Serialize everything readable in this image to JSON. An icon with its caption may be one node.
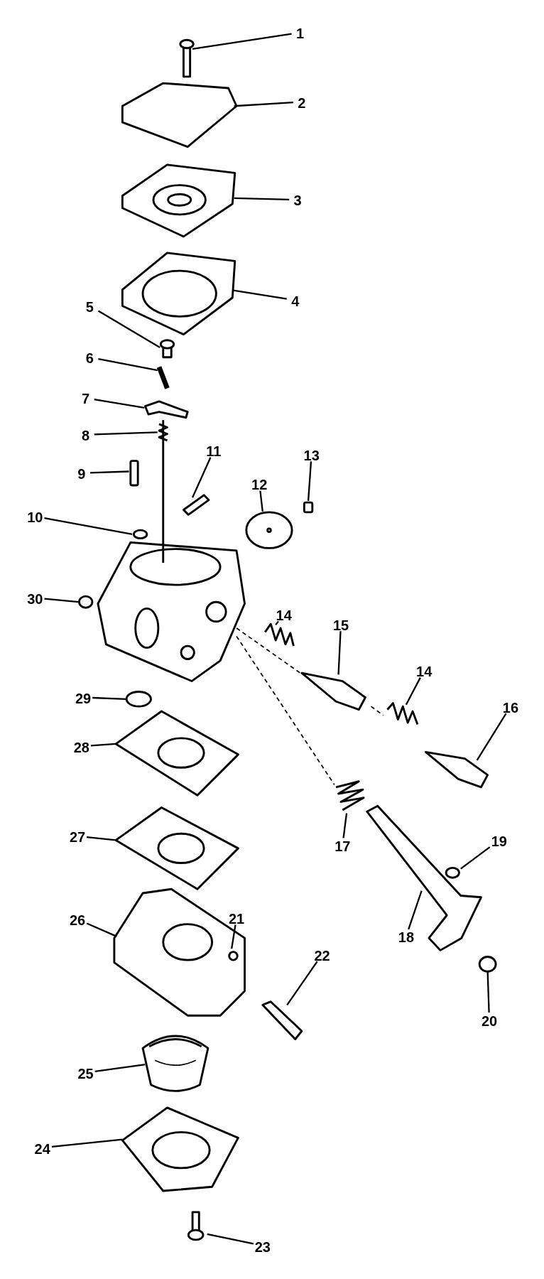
{
  "diagram": {
    "nodes": [
      {
        "text": [
          "1"
        ]
      },
      {
        "text": [
          "2"
        ]
      },
      {
        "text": [
          "3"
        ]
      },
      {
        "text": [
          "4"
        ]
      },
      {
        "text": [
          "5"
        ]
      },
      {
        "text": [
          "6"
        ]
      },
      {
        "text": [
          "7"
        ]
      },
      {
        "text": [
          "8"
        ]
      },
      {
        "text": [
          "11"
        ]
      },
      {
        "text": [
          "13"
        ]
      },
      {
        "text": [
          "9"
        ]
      },
      {
        "text": [
          "12"
        ]
      },
      {
        "text": [
          "10"
        ]
      },
      {
        "text": [
          "30"
        ]
      },
      {
        "text": [
          "14"
        ]
      },
      {
        "text": [
          "15"
        ]
      },
      {
        "text": [
          "14"
        ]
      },
      {
        "text": [
          "16"
        ]
      },
      {
        "text": [
          "29"
        ]
      },
      {
        "text": [
          "28"
        ]
      },
      {
        "text": [
          "27"
        ]
      },
      {
        "text": [
          "17"
        ]
      },
      {
        "text": [
          "19"
        ]
      },
      {
        "text": [
          "26"
        ]
      },
      {
        "text": [
          "21"
        ]
      },
      {
        "text": [
          "18"
        ]
      },
      {
        "text": [
          "22"
        ]
      },
      {
        "text": [
          "20"
        ]
      },
      {
        "text": [
          "25"
        ]
      },
      {
        "text": [
          "24"
        ]
      },
      {
        "text": [
          "23"
        ]
      },
      {
        "text": [],
        "shape": "picture"
      },
      {
        "text": [],
        "shape": "picture"
      },
      {
        "text": [],
        "shape": "picture"
      },
      {
        "text": [],
        "shape": "picture"
      },
      {
        "text": [],
        "shape": "picture"
      },
      {
        "text": [],
        "shape": "picture"
      },
      {
        "text": [],
        "shape": "picture"
      },
      {
        "text": [],
        "shape": "picture"
      },
      {
        "text": [],
        "shape": "picture"
      },
      {
        "text": [],
        "shape": "box"
      },
      {
        "text": [],
        "shape": "box"
      },
      {
        "text": [],
        "shape": "picture"
      },
      {
        "text": [],
        "shape": "circle"
      },
      {
        "text": [],
        "shape": "circle"
      },
      {
        "text": [],
        "shape": "picture"
      },
      {
        "text": [],
        "shape": "picture"
      },
      {
        "text": [],
        "shape": "picture"
      },
      {
        "text": [],
        "shape": "picture"
      },
      {
        "text": [],
        "shape": "circle"
      },
      {
        "text": [],
        "shape": "picture"
      },
      {
        "text": [],
        "shape": "picture"
      },
      {
        "text": [],
        "shape": "picture"
      },
      {
        "text": [],
        "shape": "circle"
      },
      {
        "text": [],
        "shape": "picture"
      },
      {
        "text": [],
        "shape": "circle",
        "in": 54
      },
      {
        "text": [],
        "shape": "picture"
      },
      {
        "text": [],
        "shape": "picture"
      },
      {
        "text": [],
        "shape": "circle"
      },
      {
        "text": [],
        "shape": "picture"
      },
      {
        "text": [],
        "shape": "picture"
      },
      {
        "text": [],
        "shape": "picture"
      },
      {
        "text": [],
        "shape": "picture"
      }
    ],
    "edges": [
      {
        "from": 0,
        "to": 31,
        "arrow": "none"
      },
      {
        "from": 1,
        "to": 32,
        "arrow": "none"
      },
      {
        "from": 2,
        "to": 33,
        "arrow": "none"
      },
      {
        "from": 3,
        "to": 34,
        "arrow": "none"
      },
      {
        "from": 4,
        "to": 35,
        "arrow": "none"
      },
      {
        "from": 5,
        "to": 36,
        "arrow": "none"
      },
      {
        "from": 6,
        "to": 37,
        "arrow": "none"
      },
      {
        "from": 7,
        "to": 38,
        "arrow": "none"
      },
      {
        "from": 8,
        "to": 39,
        "arrow": "none"
      },
      {
        "from": 9,
        "to": 40,
        "arrow": "none"
      },
      {
        "from": 10,
        "to": 41,
        "arrow": "none"
      },
      {
        "from": 11,
        "to": 42,
        "arrow": "none"
      },
      {
        "from": 12,
        "to": 43,
        "arrow": "none"
      },
      {
        "from": 13,
        "to": 44,
        "arrow": "none"
      },
      {
        "from": 14,
        "to": 45,
        "arrow": "none"
      },
      {
        "from": 15,
        "to": 46,
        "arrow": "none"
      },
      {
        "from": 16,
        "to": 47,
        "arrow": "none"
      },
      {
        "from": 17,
        "to": 48,
        "arrow": "none"
      },
      {
        "from": 18,
        "to": 49,
        "arrow": "none"
      },
      {
        "from": 19,
        "to": 50,
        "arrow": "none"
      },
      {
        "from": 20,
        "to": 51,
        "arrow": "none"
      },
      {
        "from": 21,
        "to": 52,
        "arrow": "none"
      },
      {
        "from": 22,
        "to": 53,
        "arrow": "none"
      },
      {
        "from": 23,
        "to": 54,
        "arrow": "none"
      },
      {
        "from": 24,
        "to": 55,
        "arrow": "none"
      },
      {
        "from": 25,
        "to": 56,
        "arrow": "none"
      },
      {
        "from": 26,
        "to": 57,
        "arrow": "none"
      },
      {
        "from": 27,
        "to": 58,
        "arrow": "none"
      },
      {
        "from": 28,
        "to": 59,
        "arrow": "none"
      },
      {
        "from": 29,
        "to": 60,
        "arrow": "none"
      },
      {
        "from": 30,
        "to": 61,
        "arrow": "none"
      }
    ]
  }
}
